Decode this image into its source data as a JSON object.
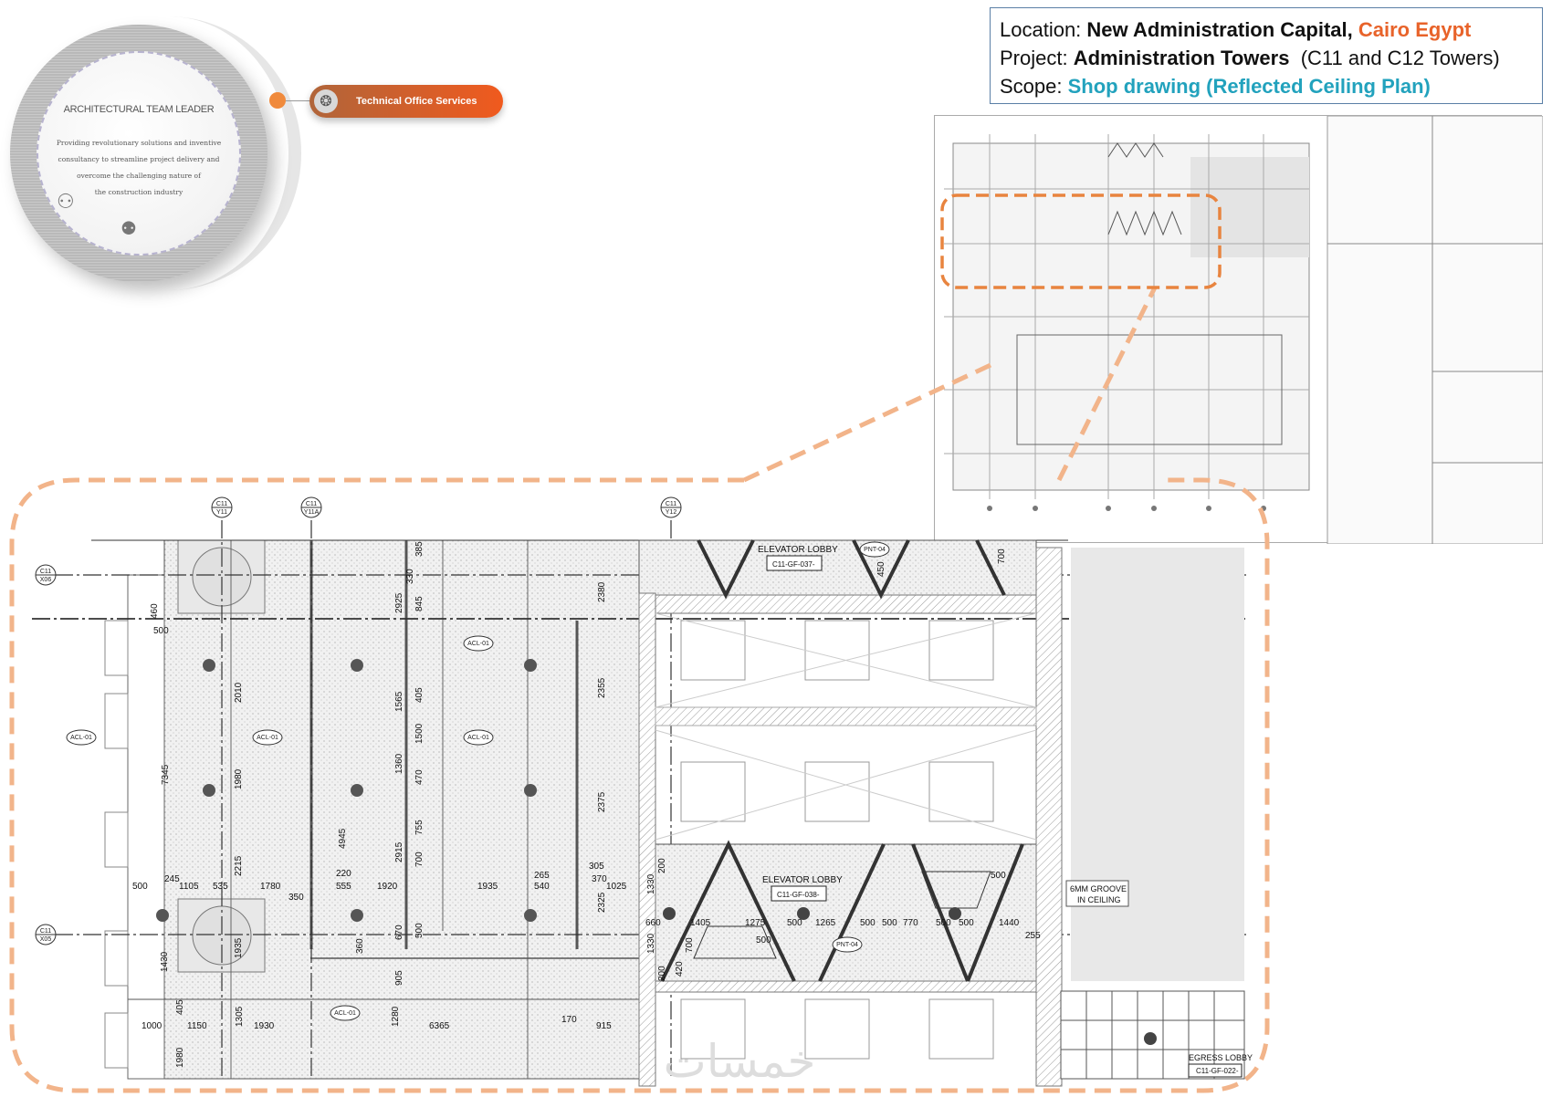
{
  "profile_card": {
    "title": "ARCHITECTURAL TEAM LEADER",
    "description_lines": [
      "Providing revolutionary solutions and inventive",
      "consultancy to streamline project delivery and",
      "overcome the challenging nature of",
      "the construction industry"
    ]
  },
  "service_pill": {
    "label": "Technical Office Services",
    "icon": "aperture-icon"
  },
  "info_box": {
    "location_label": "Location:",
    "location_value": "New Administration Capital,",
    "location_city": "Cairo Egypt",
    "project_label": "Project:",
    "project_value": "Administration Towers",
    "project_note": "(C11 and C12 Towers)",
    "scope_label": "Scope:",
    "scope_value": "Shop drawing (Reflected Ceiling Plan)"
  },
  "colors": {
    "accent_orange": "#e8632a",
    "accent_teal": "#22a2bd",
    "dash_orange": "#f2b48a"
  },
  "plan": {
    "grid_bubbles": [
      {
        "top": "C11",
        "bottom": "Y11"
      },
      {
        "top": "C11",
        "bottom": "Y11A"
      },
      {
        "top": "C11",
        "bottom": "Y12"
      },
      {
        "top": "C11",
        "bottom": "X06"
      },
      {
        "top": "C11",
        "bottom": "X05"
      }
    ],
    "rooms": [
      {
        "name": "ELEVATOR LOBBY",
        "code": "C11-GF-037-"
      },
      {
        "name": "ELEVATOR LOBBY",
        "code": "C11-GF-038-"
      },
      {
        "name": "EGRESS LOBBY",
        "code": "C11-GF-022-"
      }
    ],
    "note": [
      "6MM GROOVE",
      "IN CEILING"
    ],
    "tags": [
      "ACL-01",
      "ACL-01",
      "ACL-01",
      "ACL-01",
      "ACL-01",
      "PNT-04",
      "PNT-04"
    ],
    "dims": [
      "460",
      "500",
      "7345",
      "2010",
      "1980",
      "2215",
      "500",
      "245",
      "1105",
      "535",
      "1780",
      "350",
      "220",
      "555",
      "1920",
      "1935",
      "265",
      "540",
      "305",
      "370",
      "1025",
      "2925",
      "1565",
      "1360",
      "4945",
      "2915",
      "385",
      "330",
      "845",
      "405",
      "1500",
      "470",
      "755",
      "700",
      "500",
      "2380",
      "2355",
      "2375",
      "2325",
      "1935",
      "1430",
      "360",
      "670",
      "905",
      "1280",
      "1000",
      "1150",
      "1305",
      "1930",
      "6365",
      "170",
      "915",
      "1980",
      "405",
      "660",
      "1405",
      "1275",
      "500",
      "1265",
      "500",
      "500",
      "770",
      "500",
      "500",
      "1440",
      "255",
      "1330",
      "1330",
      "200",
      "700",
      "450",
      "200",
      "700",
      "420",
      "500",
      "500"
    ]
  },
  "watermark": "خمسات"
}
